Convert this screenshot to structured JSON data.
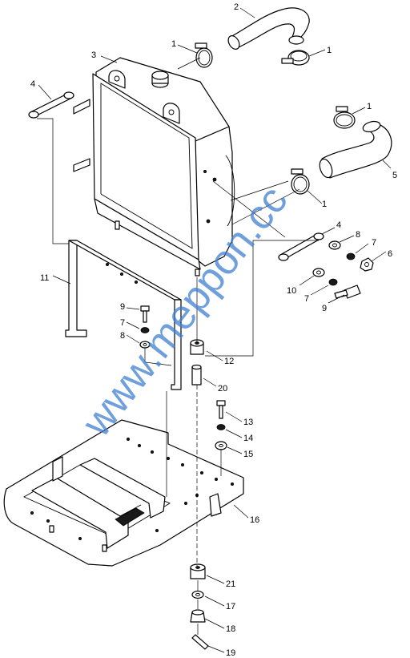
{
  "watermark": "www.meppon.cc",
  "callouts": {
    "c1a": "1",
    "c1b": "1",
    "c1c": "1",
    "c1d": "1",
    "c2": "2",
    "c3": "3",
    "c4a": "4",
    "c4b": "4",
    "c5": "5",
    "c6": "6",
    "c7a": "7",
    "c7b": "7",
    "c7c": "7",
    "c8a": "8",
    "c8b": "8",
    "c9a": "9",
    "c9b": "9",
    "c10": "10",
    "c11": "11",
    "c12": "12",
    "c13": "13",
    "c14": "14",
    "c15": "15",
    "c16": "16",
    "c17": "17",
    "c18": "18",
    "c19": "19",
    "c20": "20",
    "c21": "21"
  }
}
